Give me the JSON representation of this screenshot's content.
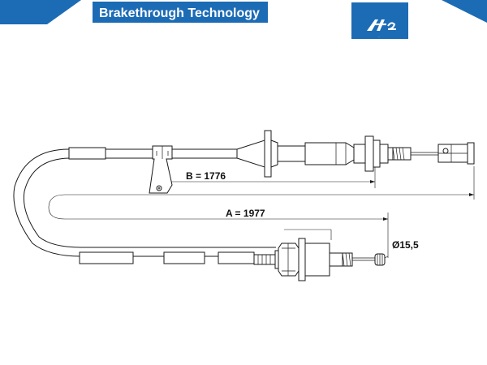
{
  "header": {
    "brand_bold": "Brake",
    "brand_rest": "through Technology",
    "brand_color": "#1c6bb5",
    "logo_text": "Ate",
    "logo_icon": "ate-logo-icon"
  },
  "dimensions": {
    "b_label": "B = 1776",
    "a_label": "A = 1977",
    "diameter_label": "Ø15,5"
  }
}
